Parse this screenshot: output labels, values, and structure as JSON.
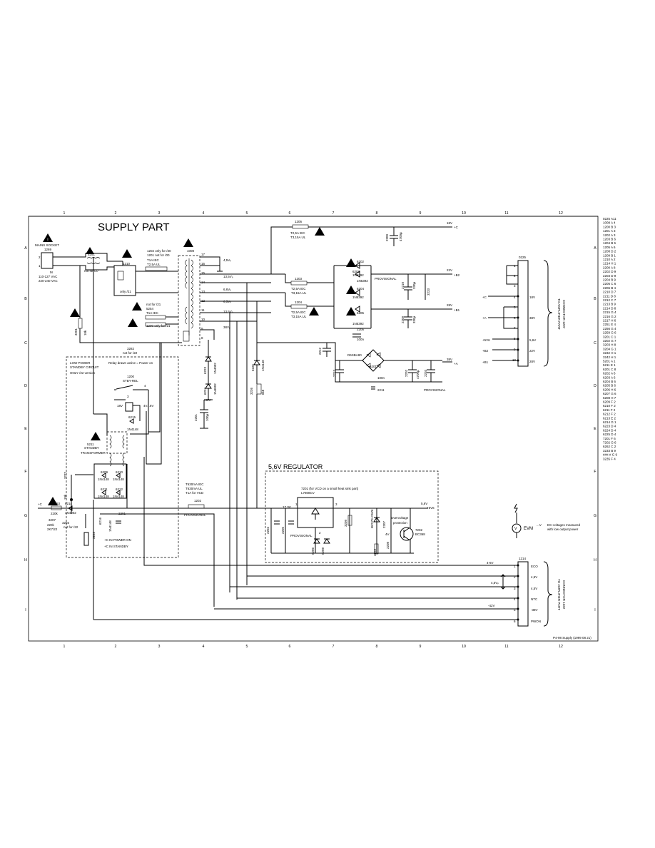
{
  "title": "SUPPLY PART",
  "columns": [
    "1",
    "2",
    "3",
    "4",
    "5",
    "6",
    "7",
    "8",
    "9",
    "10",
    "11",
    "12"
  ],
  "rows": [
    "A",
    "B",
    "C",
    "D",
    "E",
    "F",
    "G",
    "H",
    "I"
  ],
  "mains": {
    "heading": "MAINS SOCKET",
    "ref": "1269",
    "v1": "110-127 VAC",
    "v2": "220-240 VAC",
    "choke": "5251",
    "choke_note": "not for /37",
    "pin_l": "2",
    "pin_r": "1",
    "pin_m": "M"
  },
  "relay": {
    "ref": "1210",
    "note": "only /21",
    "fuse_note1": "1202 only for /30",
    "fuse_note2": "1201 not for /00",
    "fuse_rating1": "T1A IEC",
    "fuse_rating2": "T2,5A UL",
    "not_for": "not for /21",
    "r5254": "5254",
    "t1a": "T1A IEC",
    "r1200": "1200 only for /21"
  },
  "transformer": {
    "ref": "1008",
    "taps": [
      "4,5Vₚ",
      "13,5Vₚ",
      "6,6Vₚ",
      "6,5Vₚ",
      "13,5Vₚ",
      "38Vₚ"
    ],
    "pins": [
      "17",
      "16",
      "15",
      "14",
      "13",
      "12",
      "11",
      "10",
      "9",
      "8"
    ]
  },
  "fuses": {
    "f1206": "1206",
    "f1206_r": "T2,5A IEC",
    "f1206_u": "T3,15A UL",
    "f1203": "1203",
    "f1203_r": "T2,5A IEC",
    "f1203_u": "T3,15A UL",
    "f1204": "1204",
    "f1204_r": "T2,5A IEC",
    "f1204_u": "T3,15A UL"
  },
  "diodes": {
    "d6202": "6202",
    "d6203": "6203",
    "d6204": "6204",
    "d6205": "6205",
    "type": "1N5392",
    "c2206": "2206",
    "c100n": "100n",
    "bridge": "D6SBA80",
    "b6201": "6201",
    "c2211": "2211",
    "provisional": "PROVISIONAL"
  },
  "caps": {
    "c2200": "2200",
    "c2200v": "4700µ",
    "c2210": "2210",
    "c2210v": "330µ",
    "c2209": "2209",
    "c2209v": "330µ",
    "c2212": "2212",
    "c2213": "2213",
    "c2202": "2202",
    "c2202v": "4700µ",
    "c2203": "2203",
    "c2201": "2201",
    "c2201v": "100µ"
  },
  "outputs": [
    {
      "v": "18V",
      "net": "+C"
    },
    {
      "v": "22V",
      "net": "+B2"
    },
    {
      "v": "28V",
      "net": "+B1"
    },
    {
      "v": "38V",
      "net": "+A"
    },
    {
      "v": "5,6V",
      "net": "+5V6"
    },
    {
      "v": "-42V",
      "net": ""
    }
  ],
  "conn1207": {
    "ref": "0225",
    "pins": [
      "1",
      "2",
      "3",
      "4",
      "5",
      "6",
      "7",
      "8",
      "9",
      "10"
    ],
    "labels": [
      "",
      "",
      "",
      "18V",
      "",
      "38V",
      "",
      "5,6V",
      "22V",
      "28V"
    ],
    "nets": [
      "",
      "",
      "",
      "+C",
      "+A",
      "",
      "",
      "+5V6",
      "+B2",
      "+B1"
    ],
    "caption1": "TO AMPLIFIER PART",
    "caption2": "CONNECTOR 1207"
  },
  "conn1222": {
    "ref": "1214",
    "pins": [
      "1",
      "2",
      "3",
      "4",
      "5",
      "6"
    ],
    "labels": [
      "ECO",
      "4,5V",
      "4,5V",
      "NTC",
      "-38V",
      "PWON"
    ],
    "wires": [
      "4-6V",
      "",
      "4,5Vₚ",
      "",
      "-42V",
      ""
    ],
    "caption1": "TO AMPLIFIER PART",
    "caption2": "CONNECTOR 1222"
  },
  "standby": {
    "title1": "LOW POWER",
    "title2": "STANDBY CIRCUIT",
    "title3": "ONLY /22 version",
    "note": "Relay drawn active = Power on",
    "sw_ref": "1200",
    "sw_name": "STBY-REL",
    "v18": "18V",
    "v4": "4V...6V",
    "d6215": "6215",
    "d1n4148": "1N4148",
    "tr_ref": "5211",
    "tr_name": "STANDBY",
    "tr_name2": "TRANSFORMER",
    "d6209": "6209",
    "d6210": "6210",
    "d6211": "6211",
    "d6212": "6212",
    "dtype": "1N4148",
    "r3253": "3253",
    "r3253v": "220k",
    "r3255": "3255",
    "r3255v": "not for /22",
    "r3207": "3207",
    "r3207v": "220k",
    "d6214": "6214",
    "d6214v": "1N4002",
    "state1": "+C IN POWER ON",
    "state2": "+C IN STANDBY",
    "plusc": "+C",
    "r3232": "3232",
    "r3201": "3201",
    "r3201v": "10k"
  },
  "midparts": {
    "d6223": "6223",
    "d6224": "6224",
    "type1": "1N4002",
    "v42": "-42V",
    "d6225": "6225",
    "d6225v": "1N4148",
    "r3236": "3236",
    "r3236v": "6k8",
    "fuse1": "T630mA IEC",
    "fuse2": "T630mA UL",
    "fuse3": "T1A for VCD",
    "r1202": "1202",
    "prov": "PROVISIONAL",
    "sw3282": "3282",
    "sw3282v": "not for /22"
  },
  "regulator": {
    "title": "5,6V REGULATOR",
    "ic": "7201 (for VCD on a small heat sink part)",
    "ic_type": "L7808CV",
    "vin": "17,3V",
    "vout": "5,6V",
    "net": "+5V6",
    "pin1": "1",
    "pin2": "2",
    "pin3": "3",
    "prov": "PROVISIONAL",
    "ovp1": "Overvoltage",
    "ovp2": "protection",
    "tr": "7202",
    "tr_type": "BC368",
    "zener": "BZX79-C5V6",
    "r3209": "3209",
    "r3203": "3203",
    "d6208": "6208",
    "d6206": "6206",
    "c2204": "2204",
    "c2205": "2205",
    "c2207": "2207",
    "c2208": "2208",
    "c4v": "4V"
  },
  "legend": {
    "line1": "DC-voltages measured",
    "line2": "with low output power",
    "sym": "EVM",
    "vsym": "V",
    "dots": "...V"
  },
  "footer": "P4-98 Supply (1999 08 21)",
  "parts_list": [
    "0225 A11",
    "1008 A 4",
    "1200 B 3",
    "1201 A 3",
    "1202 A 3",
    "1203 B 6",
    "1204 B 6",
    "1205 A 6",
    "1208 D 2",
    "1209 B 1",
    "1210 A 2",
    "1214 H 1",
    "2200 A 8",
    "2202 D 9",
    "2203 D 9",
    "2204 B 9",
    "2205 C 6",
    "2206 B 4",
    "2210 D 7",
    "2211 D 8",
    "2212 C 7",
    "2213 B 9",
    "2214 D 8",
    "2215 G 4",
    "2216 G 2",
    "2217 H 6",
    "2251 E 4",
    "2256 G 4",
    "2259 G 6",
    "3201 C 1",
    "3202 G 7",
    "3203 H 8",
    "3204 G 1",
    "3232 H 1",
    "3242 H 1",
    "5201 A 1",
    "5211 E 1",
    "6201 C 8",
    "6202 A 6",
    "6203 A 6",
    "6204 B 6",
    "6205 B 6",
    "6206 H 6",
    "6207 G 6",
    "6208 H 7",
    "6209 F 2",
    "6210 F 2",
    "6211 F 2",
    "6212 F 2",
    "6213 E 2",
    "6214 G 1",
    "6223 D 4",
    "6224 D 4",
    "6225 D 4",
    "7201 F 6",
    "7202 G 6",
    "6262 C 2",
    "3233 B 9",
    "###-# G 9",
    "3235 F 4"
  ]
}
